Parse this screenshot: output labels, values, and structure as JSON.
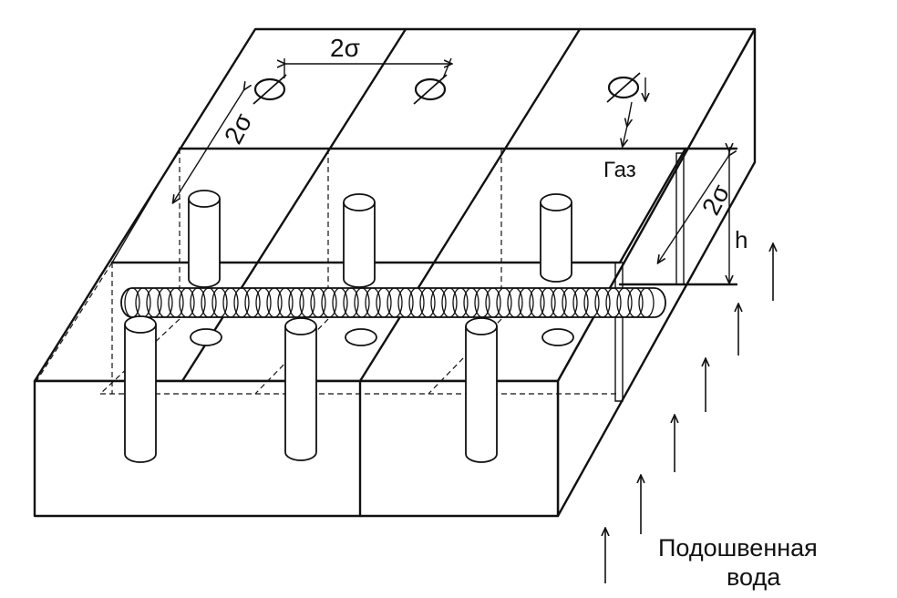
{
  "labels": {
    "spacing_horizontal": "2σ",
    "spacing_depth": "2σ",
    "spacing_right": "2σ",
    "gas": "Газ",
    "height": "h",
    "bottom_water_line1": "Подошвенная",
    "bottom_water_line2": "вода"
  },
  "icons": {
    "wells": "vertical-well-cylinder",
    "horizontal_well": "horizontal-well-coil",
    "water_flow": "upward-arrow"
  },
  "colors": {
    "ink": "#111111",
    "background": "#ffffff"
  }
}
